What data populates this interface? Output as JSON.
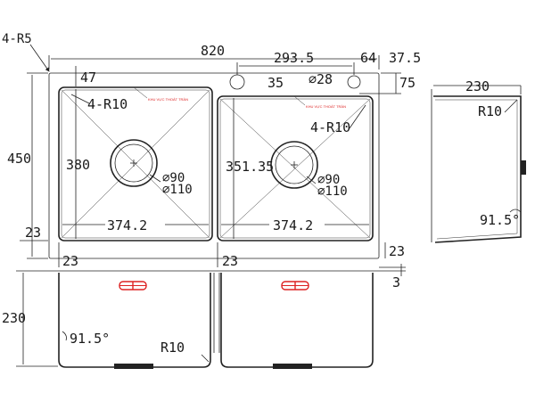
{
  "top_view": {
    "corner_radius_outer": "4-R5",
    "overall_width": "820",
    "overall_depth": "450",
    "flange_left_offset": "47",
    "tap_hole_spacing": "293.5",
    "tap_hole_edge_offset": "64",
    "right_edge_offset": "37.5",
    "tap_hole_gap": "35",
    "tap_hole_diameter": "⌀28",
    "tap_hole_front_offset": "75",
    "left_bowl": {
      "corner_radius": "4-R10",
      "depth": "380",
      "width": "374.2",
      "drain_outer": "⌀90",
      "drain_inner": "⌀110",
      "label_red": "KHU VỰC THOÁT TRÀN"
    },
    "right_bowl": {
      "corner_radius": "4-R10",
      "depth": "351.35",
      "width": "374.2",
      "drain_outer": "⌀90",
      "drain_inner": "⌀110",
      "label_red": "KHU VỰC THOÁT TRÀN"
    },
    "rim_bottom": "23",
    "rim_left": "23",
    "rim_middle": "23",
    "rim_right": "23"
  },
  "side_view": {
    "width": "230",
    "corner_radius": "R10",
    "wall_angle": "91.5°"
  },
  "front_view": {
    "height": "230",
    "flange": "3",
    "wall_angle": "91.5°",
    "corner_radius": "R10"
  }
}
